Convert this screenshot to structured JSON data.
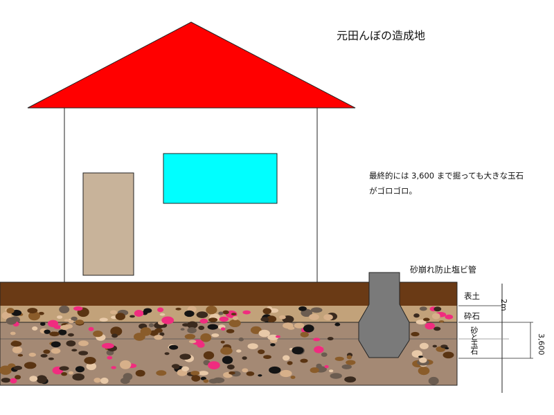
{
  "title": "元田んぼの造成地",
  "note": {
    "line1": "最終的には 3,600 まで掘っても大きな玉石",
    "line2": "がゴロゴロ。"
  },
  "pipe_label": "砂崩れ防止塩ビ管",
  "layers": {
    "topsoil": "表土",
    "gravel": "砕石",
    "sand_boulders": "砂と玉石"
  },
  "dimensions": {
    "topsoil_depth": "2m",
    "total_depth": "3,600"
  },
  "colors": {
    "roof": "#ff0000",
    "window": "#00ffff",
    "door": "#c8b39a",
    "topsoil": "#6a3a15",
    "gravel": "#c2a27a",
    "sand": "#a48974",
    "pipe": "#7a7a7a"
  }
}
